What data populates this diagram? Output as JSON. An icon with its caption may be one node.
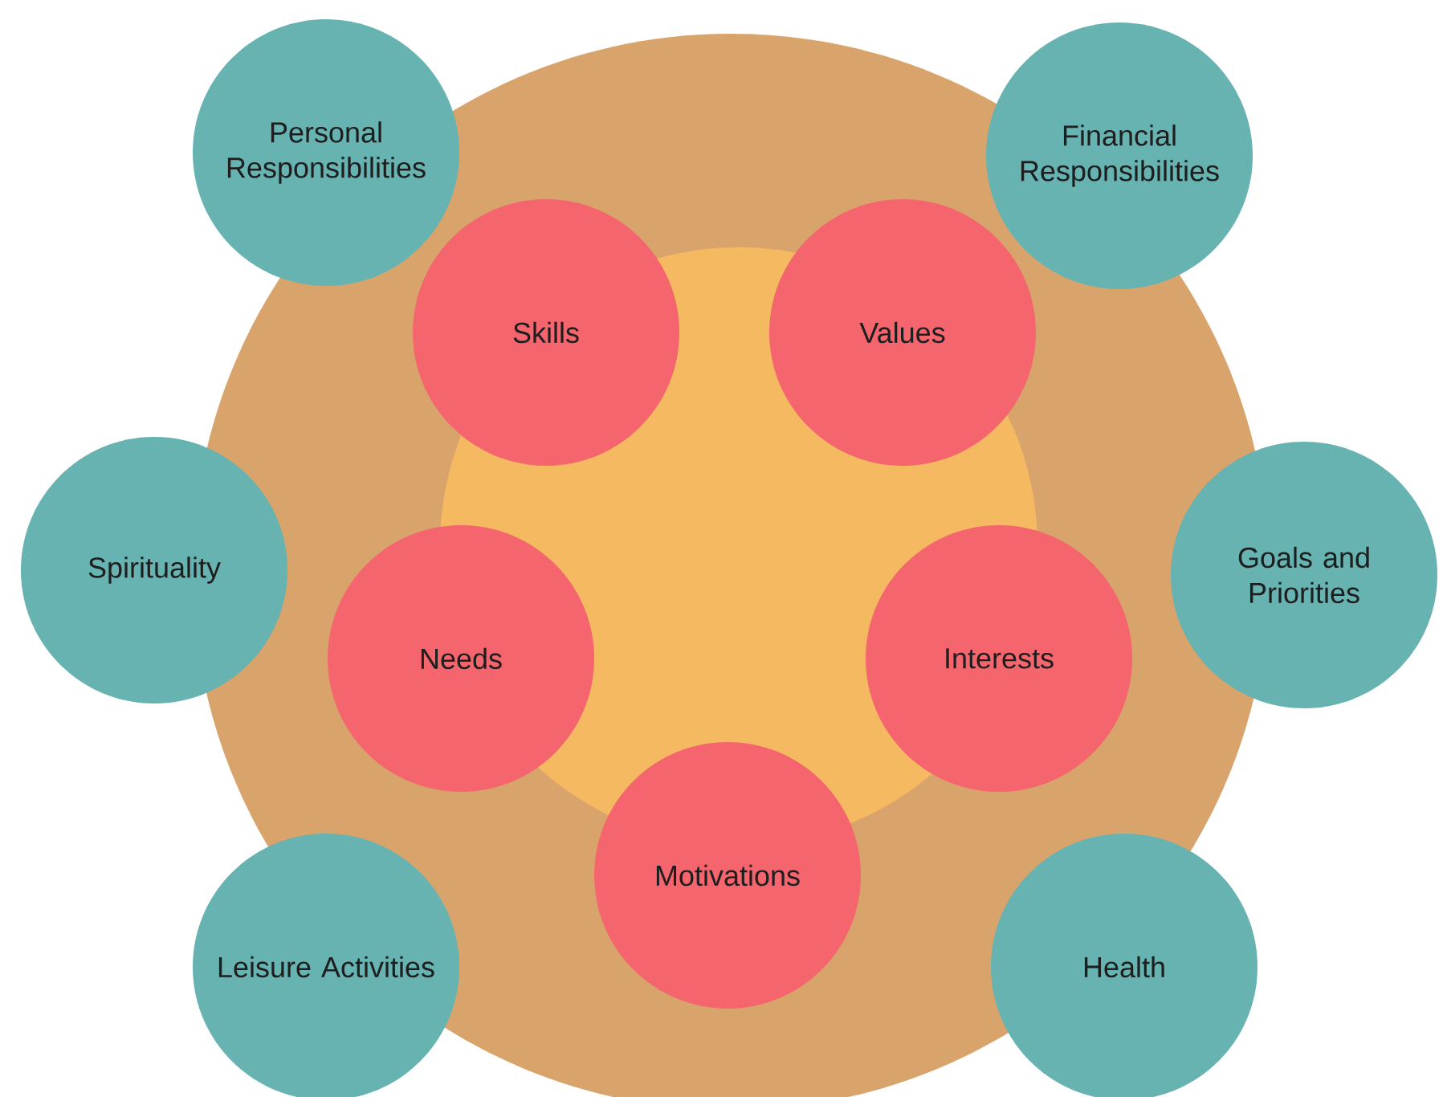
{
  "diagram": {
    "nodes": [
      {
        "text": [
          "Personal Responsibilities"
        ]
      },
      {
        "text": [
          "Financial Responsibilities"
        ]
      },
      {
        "text": [
          "Skills"
        ]
      },
      {
        "text": [
          "Values"
        ]
      },
      {
        "text": [
          "Spirituality"
        ]
      },
      {
        "text": [
          "Goals and Priorities"
        ]
      },
      {
        "text": [
          "Needs"
        ]
      },
      {
        "text": [
          "Interests"
        ]
      },
      {
        "text": [
          "Motivations"
        ]
      },
      {
        "text": [
          "Leisure Activities"
        ]
      },
      {
        "text": [
          "Health"
        ]
      }
    ]
  }
}
